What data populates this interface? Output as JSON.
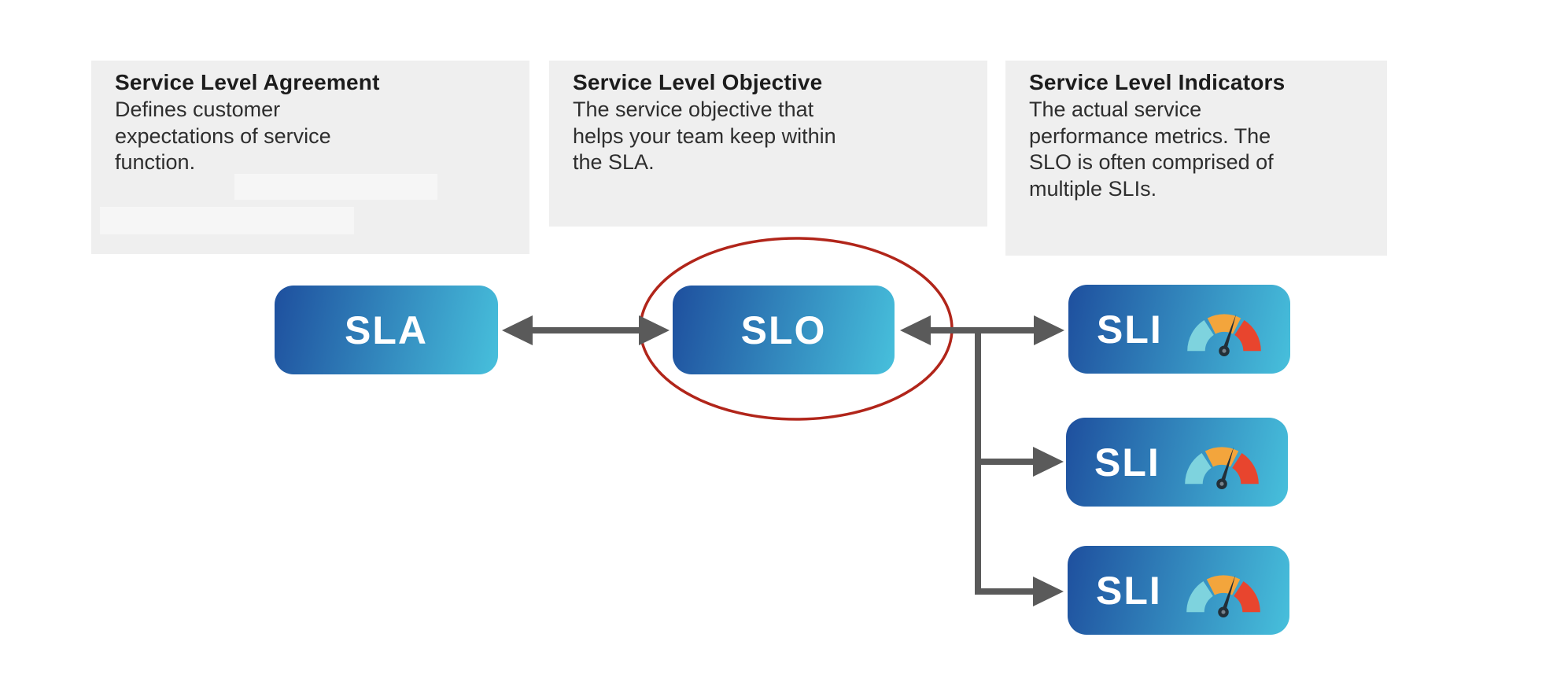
{
  "notes": [
    {
      "id": "sla",
      "title": "Service Level Agreement",
      "body": "Defines customer\nexpectations of service\nfunction."
    },
    {
      "id": "slo",
      "title": "Service Level Objective",
      "body": "The service objective that\nhelps your team keep within\nthe SLA."
    },
    {
      "id": "sli",
      "title": "Service Level Indicators",
      "body": "The actual service\nperformance metrics. The\nSLO is often comprised of\nmultiple SLIs."
    }
  ],
  "nodes": {
    "sla": {
      "label": "SLA"
    },
    "slo": {
      "label": "SLO",
      "highlighted": true
    },
    "sli": {
      "label": "SLI",
      "count": 3,
      "icon": "gauge-icon"
    }
  },
  "connectors": {
    "relationships": [
      {
        "from": "SLA",
        "to": "SLO",
        "type": "double-headed-arrow"
      },
      {
        "from": "SLO",
        "to": "SLI",
        "type": "double-headed-branch",
        "branches": 3
      }
    ],
    "annotation": "red ellipse highlighting SLO node"
  },
  "colors": {
    "note_bg": "#efefef",
    "redaction_bg": "#f6f6f6",
    "text_title": "#1c1c1c",
    "text_body": "#2e2e2e",
    "node_grad_start": "#1e4f9e",
    "node_grad_end": "#47c0dc",
    "node_label": "#ffffff",
    "arrow_gray": "#5a5a5a",
    "ellipse_red": "#b1251a",
    "gauge_low": "#7ed3de",
    "gauge_mid": "#f3a53c",
    "gauge_high": "#e8452e",
    "gauge_needle": "#232f38"
  }
}
